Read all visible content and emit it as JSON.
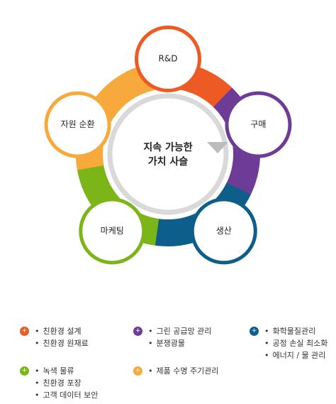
{
  "center": {
    "line1": "지속 가능한",
    "line2": "가치 사슬"
  },
  "nodes": [
    {
      "label": "R&D",
      "color": "#EE5A24"
    },
    {
      "label": "구매",
      "color": "#6D3C96"
    },
    {
      "label": "생산",
      "color": "#0E5E8C"
    },
    {
      "label": "마케팅",
      "color": "#7CB518"
    },
    {
      "label": "자원 순환",
      "color": "#F7A93B"
    }
  ],
  "legend": [
    {
      "color": "#EE5A24",
      "icon": "+",
      "items": [
        "친환경 설계",
        "친환경 원재료"
      ]
    },
    {
      "color": "#6D3C96",
      "icon": "+",
      "items": [
        "그린 공급망 관리",
        "분쟁광물"
      ]
    },
    {
      "color": "#0E5E8C",
      "icon": "+",
      "items": [
        "화학물질관리",
        "공정 손실 최소화",
        "에너지 / 물 관리"
      ]
    },
    {
      "color": "#7CB518",
      "icon": "+",
      "items": [
        "녹색 물류",
        "친환경 포장",
        "고객 데이터 보안"
      ]
    },
    {
      "color": "#F7A93B",
      "icon": "+",
      "items": [
        "제품 수명 주기관리"
      ]
    }
  ]
}
